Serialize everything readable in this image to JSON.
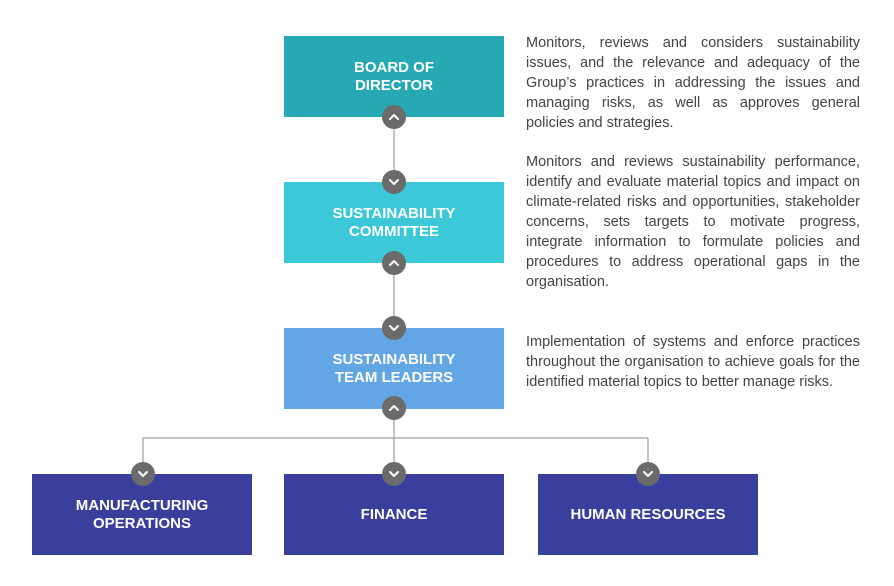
{
  "nodes": {
    "board": {
      "line1": "BOARD OF",
      "line2": "DIRECTOR",
      "color": "#26a9b5",
      "description": "Monitors, reviews and considers sustainability issues, and the relevance and adequacy of the Group’s practices in addressing the issues and managing risks, as well as approves general policies and strategies."
    },
    "committee": {
      "line1": "SUSTAINABILITY",
      "line2": "COMMITTEE",
      "color": "#3cc8d8",
      "description": "Monitors and reviews sustainability performance, identify and evaluate material topics and impact on climate-related risks and opportunities, stakeholder concerns, sets targets to motivate progress, integrate information to formulate policies and procedures to address operational gaps in the organisation."
    },
    "leaders": {
      "line1": "SUSTAINABILITY",
      "line2": "TEAM LEADERS",
      "color": "#62a6e6",
      "description": "Implementation of systems and enforce practices throughout the organisation to achieve goals for the identified material topics to better manage risks."
    },
    "manufacturing": {
      "line1": "MANUFACTURING",
      "line2": "OPERATIONS",
      "color": "#3a3f9e"
    },
    "finance": {
      "line1": "FINANCE",
      "color": "#3a3f9e"
    },
    "hr": {
      "line1": "HUMAN RESOURCES",
      "color": "#3a3f9e"
    }
  },
  "icons": {
    "up": "chevron-up-icon",
    "down": "chevron-down-icon"
  },
  "colors": {
    "connector": "#8a8a8a",
    "chevron_bg": "#6b6b6b",
    "text": "#444444"
  }
}
